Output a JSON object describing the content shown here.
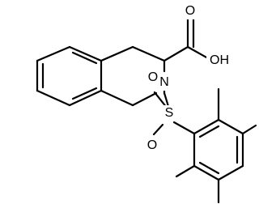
{
  "atoms": {
    "carboxyl_oxygen": "O",
    "hydroxyl": "OH",
    "nitrogen": "N",
    "sulfur": "S",
    "sulfonyl_oxygen_top": "O",
    "sulfonyl_oxygen_bottom": "O"
  },
  "colors": {
    "bond": "#000000",
    "background": "#ffffff"
  }
}
